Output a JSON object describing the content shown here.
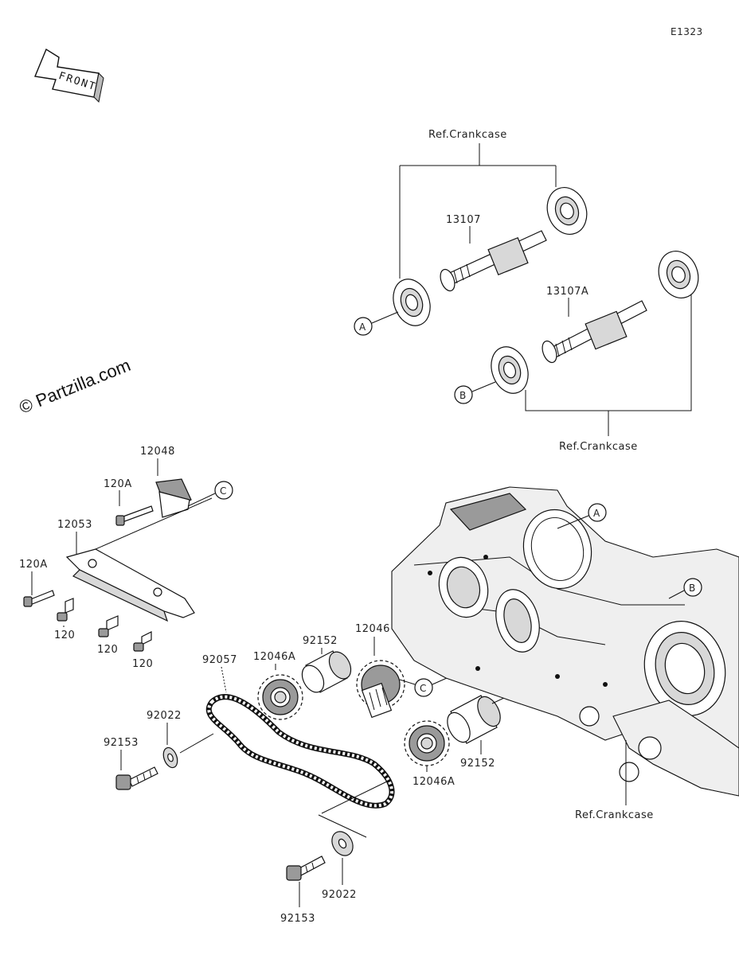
{
  "diagram_code": "E1323",
  "front_label": "FRONT",
  "watermark": "© Partzilla.com",
  "ref_crankcase": "Ref.Crankcase",
  "callouts": {
    "a": "A",
    "b": "B",
    "c": "C"
  },
  "parts": {
    "p13107": "13107",
    "p13107a": "13107A",
    "p12048": "12048",
    "p12053": "12053",
    "p120a": "120A",
    "p120": "120",
    "p92057": "92057",
    "p12046a": "12046A",
    "p92152": "92152",
    "p12046": "12046",
    "p92022": "92022",
    "p92153": "92153"
  },
  "colors": {
    "ink": "#111111",
    "shade": "#d8d8d8",
    "case": "#efefef"
  }
}
